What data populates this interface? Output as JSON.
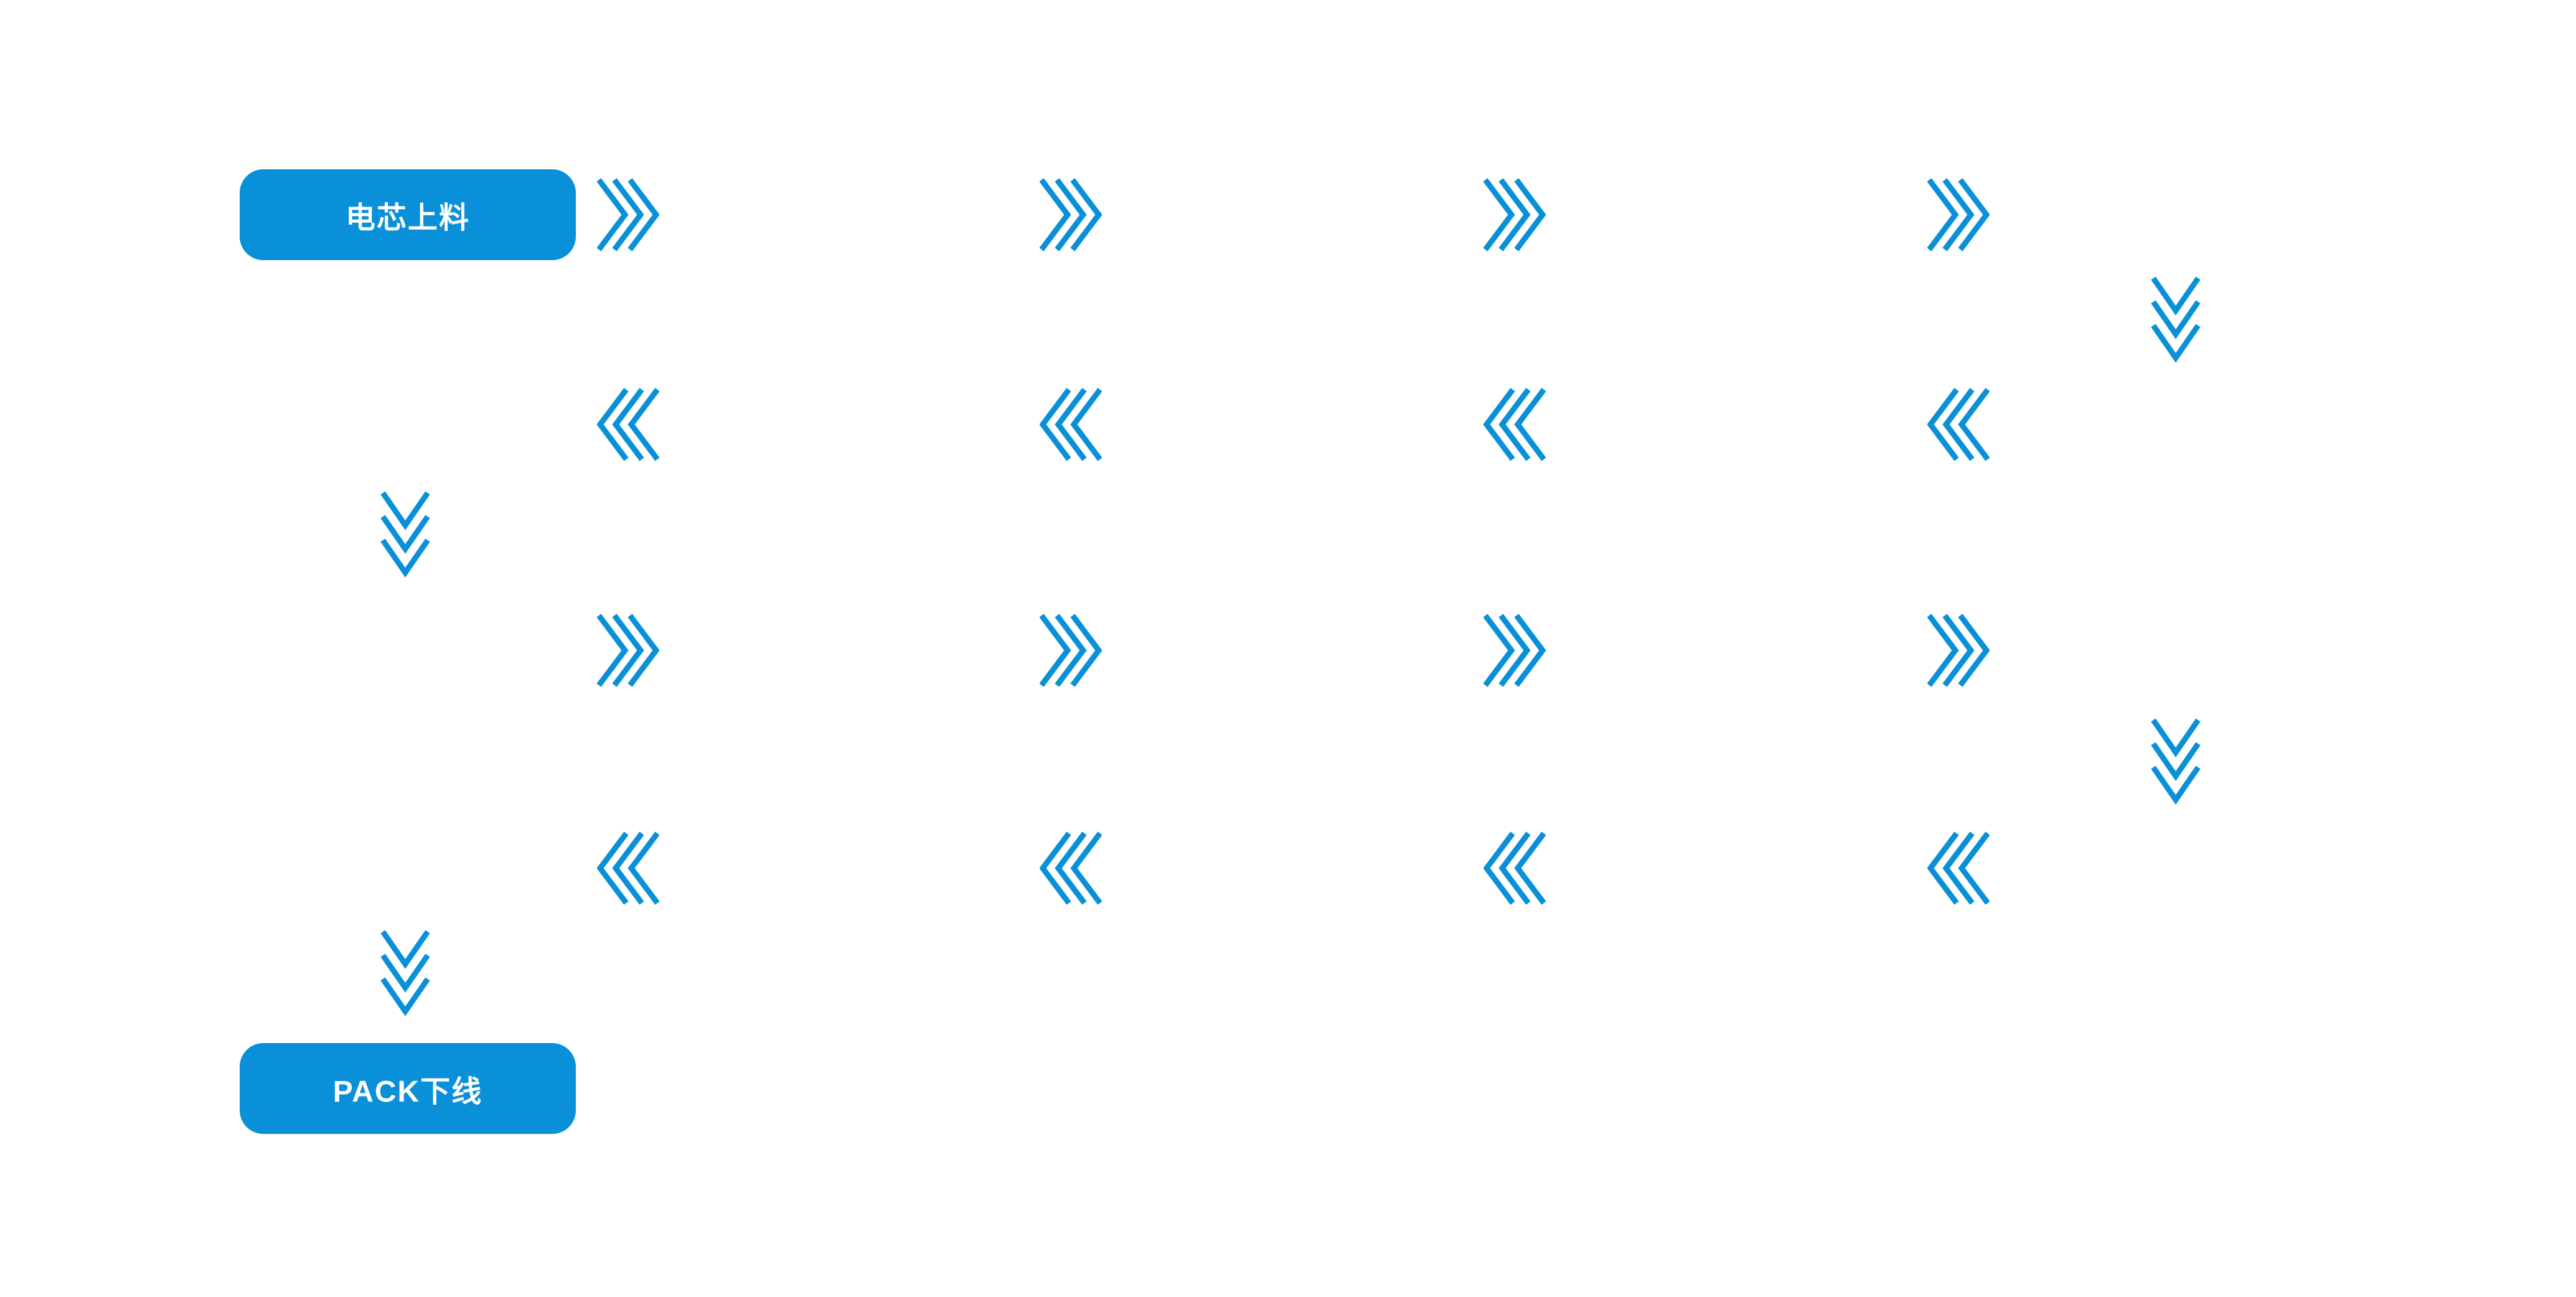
{
  "diagram": {
    "accent_color": "#0A90D8",
    "background_color": "#FFFFFF",
    "nodes": {
      "start": {
        "label": "电芯上料"
      },
      "end": {
        "label": "PACK下线"
      }
    },
    "icons": {
      "flow_right": "chevron-right-icon",
      "flow_left": "chevron-left-icon",
      "flow_down": "chevron-down-icon"
    },
    "flow": {
      "rows": [
        {
          "direction": "right",
          "arrow_count": 4
        },
        {
          "direction": "left",
          "arrow_count": 4
        },
        {
          "direction": "right",
          "arrow_count": 4
        },
        {
          "direction": "left",
          "arrow_count": 4
        }
      ],
      "down_connector_count": 4
    }
  }
}
